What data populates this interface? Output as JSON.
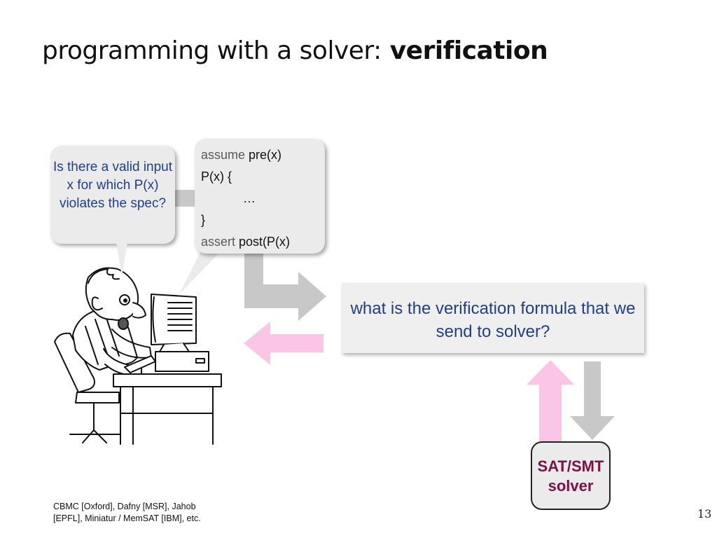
{
  "slide": {
    "title_normal": "programming with a solver:",
    "title_bold": "verification",
    "page_number": "13"
  },
  "question_bubble": {
    "text": "Is there a valid input x for which P(x) violates the spec?"
  },
  "code_bubble": {
    "line1_keyword": "assume",
    "line1_rest": " pre(x)",
    "line2": "P(x) {",
    "line3": "…",
    "line4": "}",
    "line5_keyword": "assert",
    "line5_rest": " post(P(x)"
  },
  "formula_box": {
    "text": "what is the verification formula that we send to solver?"
  },
  "solver_box": {
    "line1": "SAT/SMT",
    "line2": "solver"
  },
  "citation": {
    "line1": "CBMC [Oxford], Dafny [MSR], Jahob",
    "line2": "[EPFL], Miniatur / MemSAT [IBM], etc."
  },
  "colors": {
    "text_blue": "#1f3f8a",
    "solver_maroon": "#7a1245",
    "arrow_gray": "#c8c8c8",
    "arrow_pink": "#fbc6e6"
  }
}
